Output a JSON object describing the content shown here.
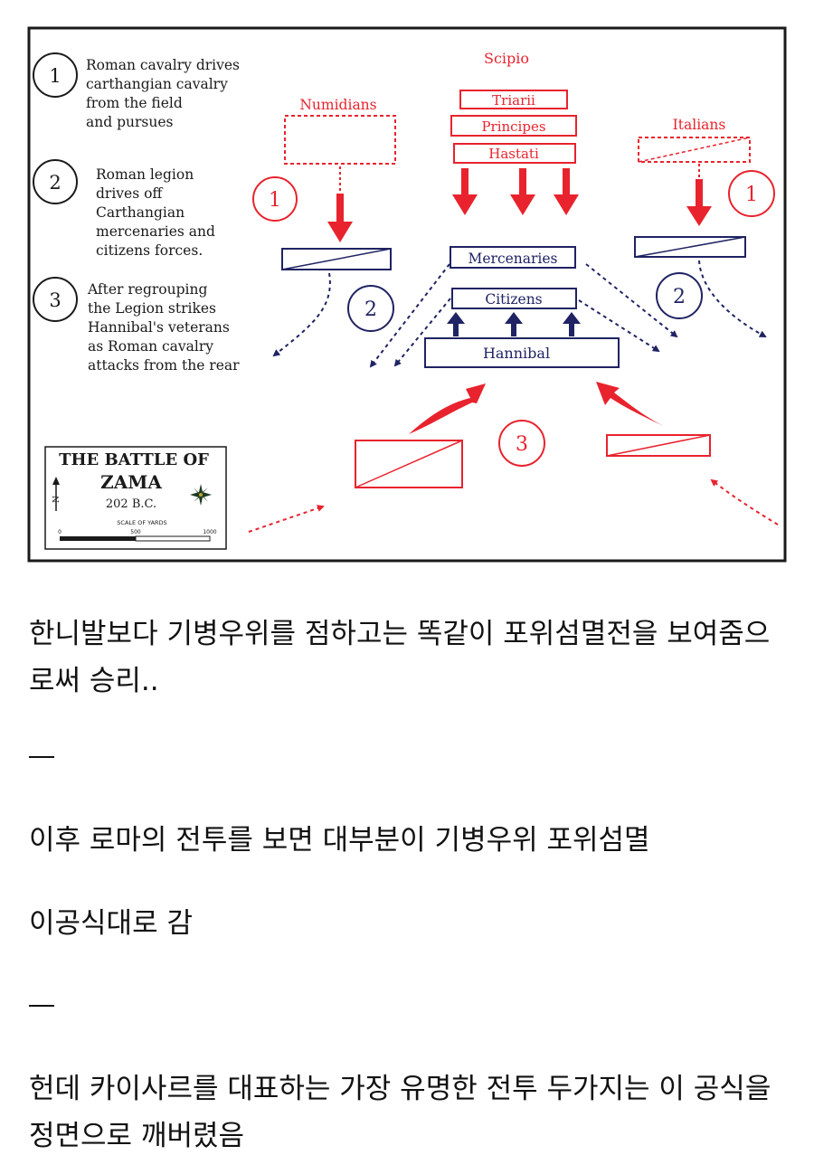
{
  "diagram": {
    "legend": [
      {
        "num": "1",
        "lines": [
          "Roman cavalry drives",
          "carthangian cavalry",
          "from the field",
          "and pursues"
        ]
      },
      {
        "num": "2",
        "lines": [
          "Roman legion",
          "drives off",
          "Carthangian",
          "mercenaries and",
          "citizens forces."
        ]
      },
      {
        "num": "3",
        "lines": [
          "After regrouping",
          "the Legion strikes",
          "Hannibal's veterans",
          "as Roman cavalry",
          "attacks from the rear"
        ]
      }
    ],
    "roman": {
      "commander": "Scipio",
      "lines": [
        "Triarii",
        "Principes",
        "Hastati"
      ],
      "left_cavalry": "Numidians",
      "right_cavalry": "Italians"
    },
    "carthage": {
      "front": "Mercenaries",
      "second": "Citizens",
      "rear": "Hannibal"
    },
    "phase_markers": {
      "one_left": "1",
      "one_right": "1",
      "two_left": "2",
      "two_right": "2",
      "three": "3"
    },
    "title_box": {
      "title_line1": "THE BATTLE OF",
      "title_line2": "ZAMA",
      "year": "202 B.C.",
      "scale_label": "SCALE OF YARDS",
      "scale_ticks": [
        "0",
        "500",
        "1000"
      ],
      "north": "N"
    },
    "colors": {
      "roman": "#e8232d",
      "carthage": "#1f2363",
      "frame": "#1a1a1a"
    }
  },
  "post": {
    "paragraph1": "한니발보다 기병우위를 점하고는 똑같이 포위섬멸전을 보여줌으로써 승리..",
    "separator1": "—",
    "paragraph2": "이후 로마의 전투를 보면 대부분이 기병우위 포위섬멸",
    "paragraph3": "이공식대로 감",
    "separator2": "—",
    "paragraph4": "헌데 카이사르를 대표하는 가장 유명한 전투 두가지는 이 공식을 정면으로 깨버렸음"
  }
}
